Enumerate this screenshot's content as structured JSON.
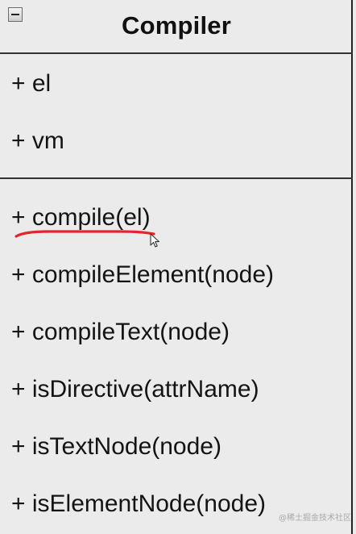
{
  "class": {
    "name": "Compiler",
    "attributes": [
      {
        "label": "+ el"
      },
      {
        "label": "+ vm"
      }
    ],
    "methods": [
      {
        "label": "+ compile(el)"
      },
      {
        "label": "+ compileElement(node)"
      },
      {
        "label": "+ compileText(node)"
      },
      {
        "label": "+ isDirective(attrName)"
      },
      {
        "label": "+ isTextNode(node)"
      },
      {
        "label": "+ isElementNode(node)"
      }
    ]
  },
  "annotation": {
    "underline_color": "#e3262c"
  },
  "watermark": "@稀土掘金技术社区",
  "icons": {
    "collapse": "collapse-minus-icon",
    "cursor": "mouse-cursor-icon"
  }
}
